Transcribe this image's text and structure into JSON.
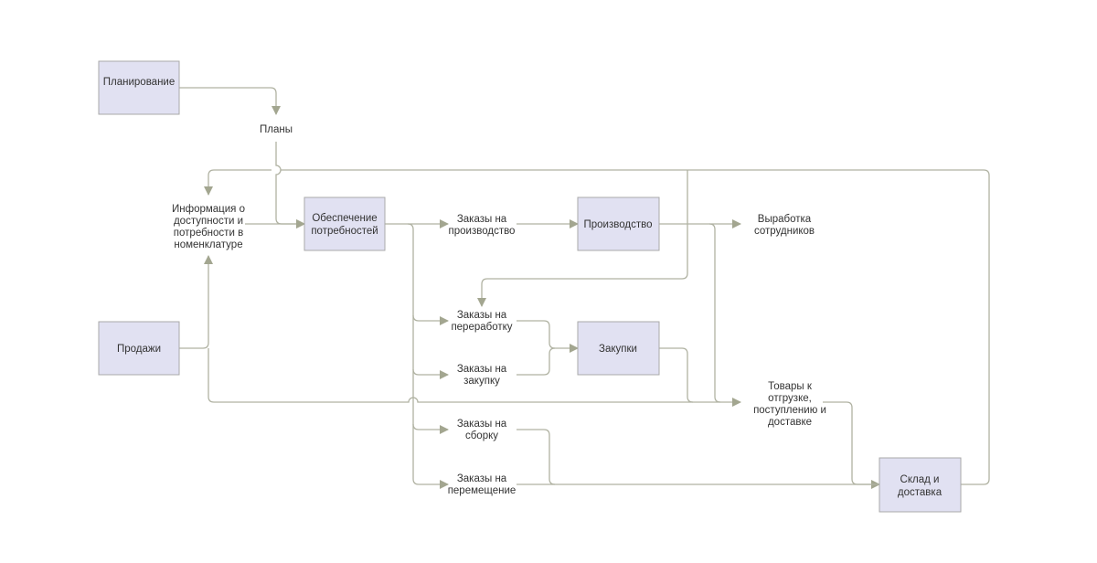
{
  "diagram": {
    "nodes": {
      "planning": "Планирование",
      "provision": [
        "Обеспечение",
        "потребностей"
      ],
      "production": "Производство",
      "purchasing": "Закупки",
      "sales": "Продажи",
      "warehouse": [
        "Склад и",
        "доставка"
      ]
    },
    "flows": {
      "plans": "Планы",
      "info": [
        "Информация о",
        "доступности и",
        "потребности в",
        "номенклатуре"
      ],
      "prod_orders": [
        "Заказы на",
        "производство"
      ],
      "staff_output": [
        "Выработка",
        "сотрудников"
      ],
      "processing_orders": [
        "Заказы на",
        "переработку"
      ],
      "purchase_orders": [
        "Заказы на",
        "закупку"
      ],
      "assembly_orders": [
        "Заказы на",
        "сборку"
      ],
      "transfer_orders": [
        "Заказы на",
        "перемещение"
      ],
      "goods": [
        "Товары к",
        "отгрузке,",
        "поступлению и",
        "доставке"
      ]
    },
    "colors": {
      "box_fill": "#e1e1f2",
      "line": "#b0b2a2"
    }
  }
}
